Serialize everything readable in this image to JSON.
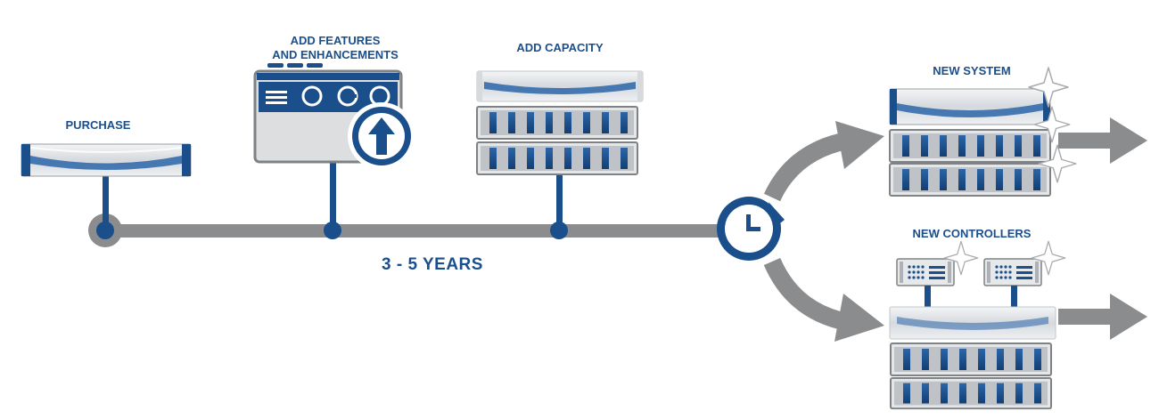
{
  "labels": {
    "purchase": "PURCHASE",
    "features_line1": "ADD FEATURES",
    "features_line2": "AND ENHANCEMENTS",
    "capacity": "ADD CAPACITY",
    "duration": "3 - 5 YEARS",
    "new_system": "NEW SYSTEM",
    "new_controllers": "NEW CONTROLLERS"
  },
  "icons": {
    "purchase": "controller-chassis-icon",
    "features": "feature-upgrade-panel-icon",
    "capacity": "storage-shelf-stack-icon",
    "decision": "clock-refresh-icon",
    "new_system": "new-storage-system-icon",
    "new_controllers": "controller-swap-icon",
    "sparkle": "sparkle-icon",
    "arrow": "arrow-right-icon"
  },
  "colors": {
    "brand_blue": "#1b4f8c",
    "timeline_gray": "#8a8c8e",
    "arrow_gray": "#8a8c8e",
    "panel_gray": "#dcdee0",
    "edge_gray": "#7f8284"
  }
}
